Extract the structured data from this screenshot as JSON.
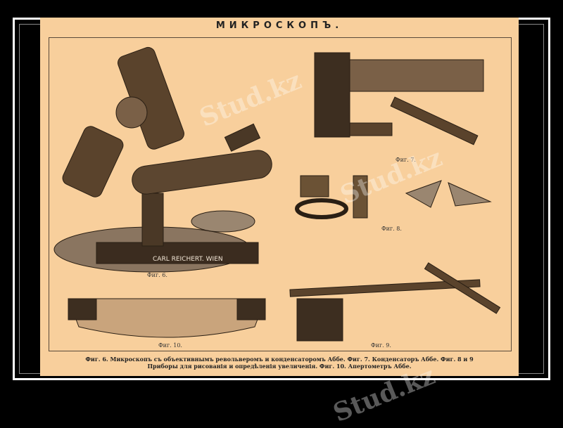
{
  "plate": {
    "title": "МИКРОСКОПЪ.",
    "fig_labels": [
      "Фиг. 6.",
      "Фиг. 7.",
      "Фиг. 8.",
      "Фиг. 9.",
      "Фиг. 10."
    ],
    "engraving_text": "CARL REICHERT. WIEN",
    "caption_line1": "Фиг. 6. Микроскопъ съ объективнымъ револьверомъ и конденсаторомъ Аббе. Фиг. 7. Конденсаторъ  Аббе.  Фиг.  8 и 9",
    "caption_line2": "Приборы для рисованія и опредѣленія увеличенія. Фиг. 10. Апертометръ Аббе."
  },
  "watermark": "Stud.kz",
  "colors": {
    "background": "#000000",
    "paper": "#f8cf9c",
    "frame": "#ffffff"
  }
}
